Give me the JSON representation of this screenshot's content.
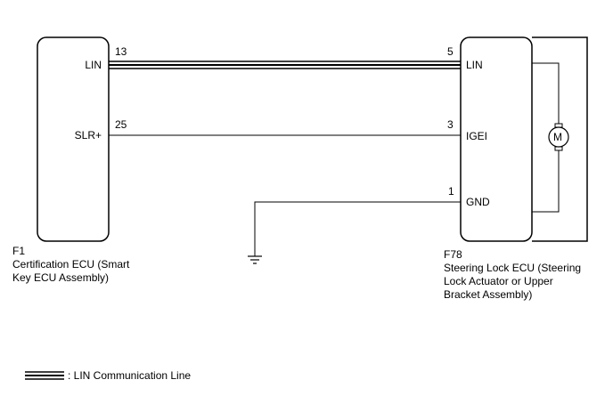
{
  "ecu_f1": {
    "code": "F1",
    "name_lines": [
      "Certification ECU (Smart",
      "Key ECU Assembly)"
    ],
    "terminals": [
      {
        "name": "LIN",
        "pin": "13"
      },
      {
        "name": "SLR+",
        "pin": "25"
      }
    ]
  },
  "ecu_f78": {
    "code": "F78",
    "name_lines": [
      "Steering Lock ECU (Steering",
      "Lock Actuator or Upper",
      "Bracket Assembly)"
    ],
    "terminals": [
      {
        "name": "LIN",
        "pin": "5"
      },
      {
        "name": "IGEI",
        "pin": "3"
      },
      {
        "name": "GND",
        "pin": "1"
      }
    ],
    "motor_symbol": "M"
  },
  "legend": {
    "text": ": LIN Communication Line"
  }
}
